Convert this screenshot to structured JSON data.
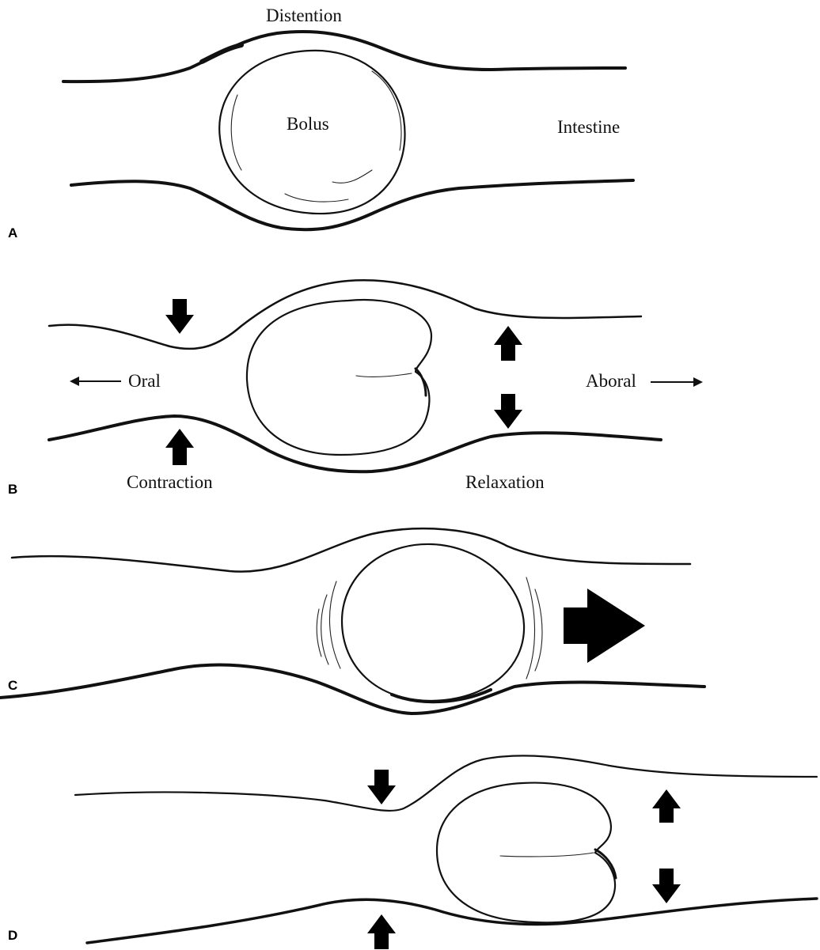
{
  "colors": {
    "ink": "#111111",
    "background": "#ffffff"
  },
  "panels": {
    "a": {
      "letter": "A",
      "labels": {
        "distention": "Distention",
        "bolus": "Bolus",
        "intestine": "Intestine"
      }
    },
    "b": {
      "letter": "B",
      "labels": {
        "oral": "Oral",
        "aboral": "Aboral",
        "contraction": "Contraction",
        "relaxation": "Relaxation"
      }
    },
    "c": {
      "letter": "C"
    },
    "d": {
      "letter": "D"
    }
  }
}
